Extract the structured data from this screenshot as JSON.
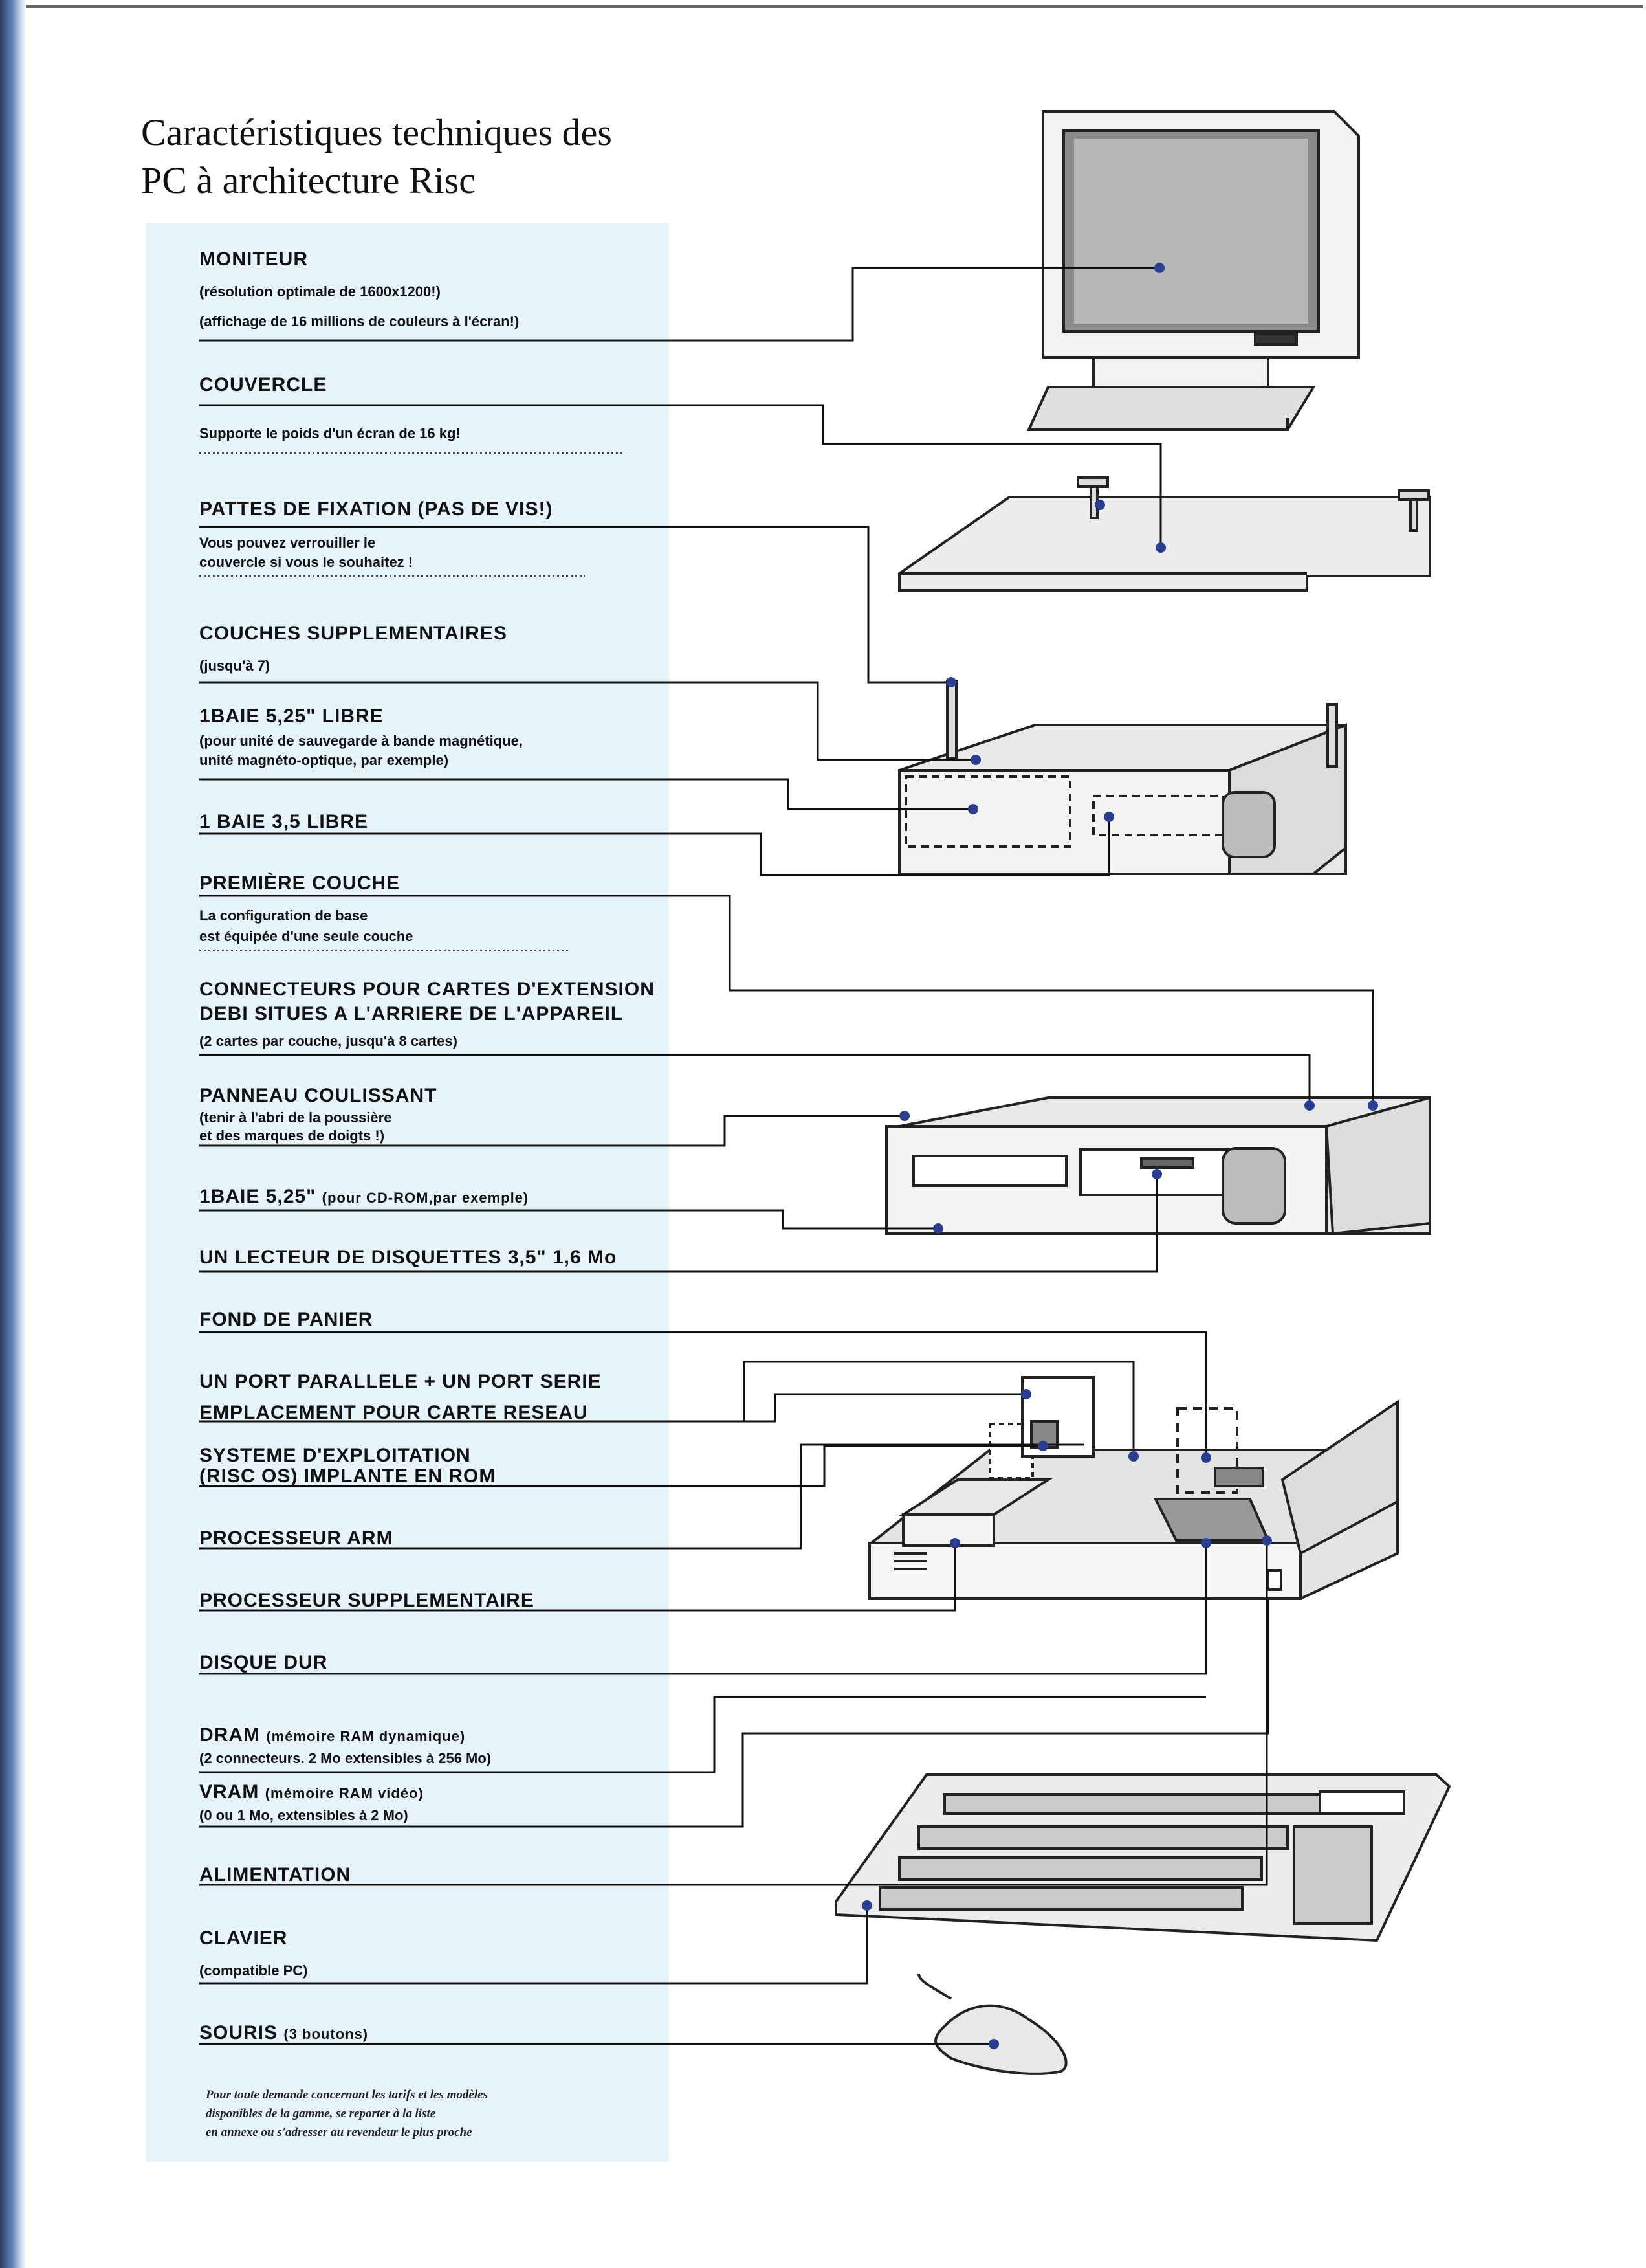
{
  "page": {
    "title_line1": "Caractéristiques techniques des",
    "title_line2": "PC à architecture Risc"
  },
  "components": {
    "moniteur": {
      "label": "MONITEUR",
      "line1": "(résolution optimale de 1600x1200!)",
      "line2": "(affichage de 16 millions de couleurs à l'écran!)"
    },
    "couvercle": {
      "label": "COUVERCLE",
      "line1": "Supporte le poids d'un écran de 16 kg!"
    },
    "pattes": {
      "label": "PATTES DE FIXATION (PAS DE VIS!)",
      "line1": "Vous pouvez verrouiller le",
      "line2": "couvercle si vous le souhaitez !"
    },
    "couches": {
      "label": "COUCHES SUPPLEMENTAIRES",
      "line1": "(jusqu'à 7)"
    },
    "baie525_libre": {
      "label": "1BAIE 5,25\" LIBRE",
      "line1": "(pour unité de sauvegarde à bande magnétique,",
      "line2": "unité magnéto-optique, par exemple)"
    },
    "baie35": {
      "label": "1 BAIE 3,5 LIBRE"
    },
    "premiere_couche": {
      "label": "PREMIÈRE COUCHE",
      "line1": "La configuration de base",
      "line2": "est équipée d'une seule couche"
    },
    "connecteurs": {
      "label_line1": "CONNECTEURS POUR CARTES D'EXTENSION",
      "label_line2": "DEBI SITUES A L'ARRIERE DE L'APPAREIL",
      "line1": "(2 cartes par couche, jusqu'à 8 cartes)"
    },
    "panneau": {
      "label": "PANNEAU COULISSANT",
      "line1": "(tenir à l'abri de la poussière",
      "line2": "et des marques de doigts !)"
    },
    "baie525_cd": {
      "label": "1BAIE 5,25\"",
      "detail": "(pour CD-ROM,par exemple)"
    },
    "lecteur": {
      "label": "UN LECTEUR DE DISQUETTES 3,5\" 1,6 Mo"
    },
    "fond_panier": {
      "label": "FOND DE PANIER"
    },
    "ports": {
      "label": "UN PORT PARALLELE + UN PORT SERIE"
    },
    "carte_reseau": {
      "label": "EMPLACEMENT POUR CARTE RESEAU"
    },
    "systeme": {
      "label_line1": "SYSTEME D'EXPLOITATION",
      "label_line2": "(RISC OS) IMPLANTE EN ROM"
    },
    "processeur_arm": {
      "label": "PROCESSEUR ARM"
    },
    "processeur_sup": {
      "label": "PROCESSEUR SUPPLEMENTAIRE"
    },
    "disque_dur": {
      "label": "DISQUE DUR"
    },
    "dram": {
      "label": "DRAM",
      "detail": "(mémoire RAM dynamique)",
      "line1": "(2 connecteurs. 2 Mo extensibles à 256 Mo)"
    },
    "vram": {
      "label": "VRAM",
      "detail": "(mémoire RAM vidéo)",
      "line1": "(0 ou 1 Mo, extensibles à 2 Mo)"
    },
    "alimentation": {
      "label": "ALIMENTATION"
    },
    "clavier": {
      "label": "CLAVIER",
      "line1": "(compatible PC)"
    },
    "souris": {
      "label": "SOURIS",
      "detail": "(3 boutons)"
    }
  },
  "footer_note": {
    "line1": "Pour toute demande concernant les tarifs et les modèles",
    "line2": "disponibles de la gamme, se reporter à la liste",
    "line3": "en annexe ou s'adresser au revendeur le plus proche"
  },
  "colors": {
    "panel": "#e6f3fb",
    "leader_dot": "#2b3d8f",
    "leader_line": "#111111"
  }
}
